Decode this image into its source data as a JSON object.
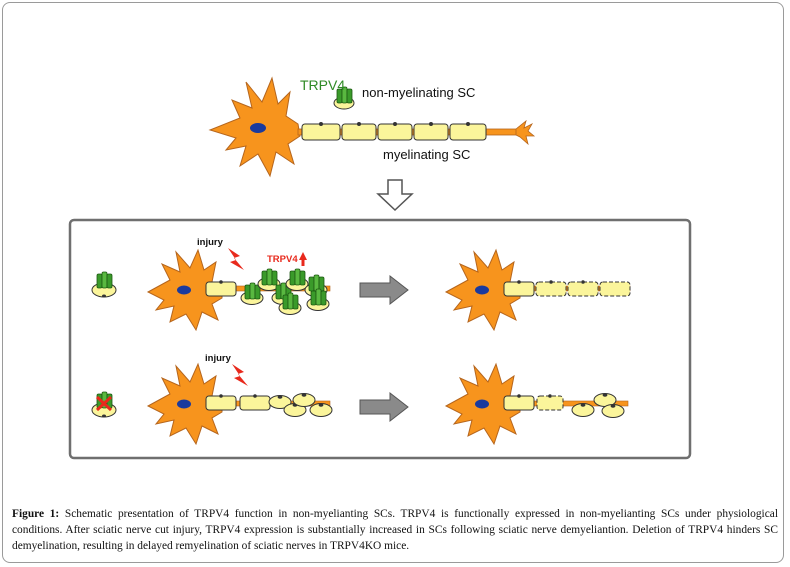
{
  "colors": {
    "neuron": "#f7941d",
    "neuron_outline": "#b5651d",
    "nucleus": "#1a3a9e",
    "schwann": "#fbf59b",
    "schwann_outline": "#333333",
    "trpv4_green": "#3a9a2a",
    "injury_red": "#e8291c",
    "arrow_gray": "#8a8a8a",
    "arrow_outline": "#555555",
    "box_border": "#6f6f6f"
  },
  "icons": [
    "lightning-bolt-icon",
    "up-arrow-icon",
    "down-arrow-icon",
    "right-arrow-icon"
  ],
  "top": {
    "trpv4_label": "TRPV4",
    "non_myelinating_label": "non-myelinating SC",
    "myelinating_label": "myelinating SC"
  },
  "panel": {
    "row1": {
      "injury_label": "injury",
      "trpv4_label": "TRPV4"
    },
    "row2": {
      "injury_label": "injury"
    }
  },
  "caption": {
    "label": "Figure 1:",
    "text": " Schematic presentation of TRPV4 function in non-myelianting SCs. TRPV4 is functionally expressed in non-myelianting SCs under physiological conditions. After sciatic nerve cut injury, TRPV4 expression is substantially increased in SCs following sciatic nerve demyeliantion. Deletion of TRPV4 hinders SC demyelination, resulting in delayed remyelination of sciatic nerves in TRPV4KO mice."
  }
}
